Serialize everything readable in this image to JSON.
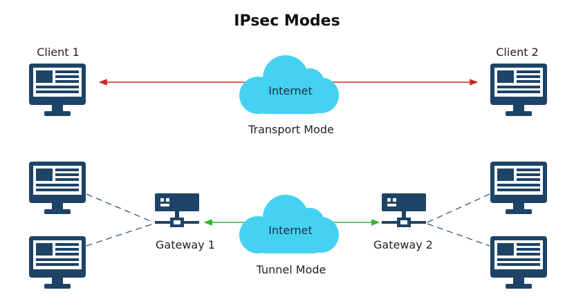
{
  "title": "IPsec Modes",
  "transport": {
    "client_left": "Client 1",
    "client_right": "Client 2",
    "cloud_label": "Internet",
    "mode_label": "Transport Mode"
  },
  "tunnel": {
    "gateway_left": "Gateway 1",
    "gateway_right": "Gateway 2",
    "cloud_label": "Internet",
    "mode_label": "Tunnel Mode"
  },
  "colors": {
    "device": "#1d4366",
    "cloud": "#45d2f2",
    "transport_arrow": "#d0281f",
    "tunnel_arrow": "#2db431",
    "dashed_link": "#2f5576"
  }
}
